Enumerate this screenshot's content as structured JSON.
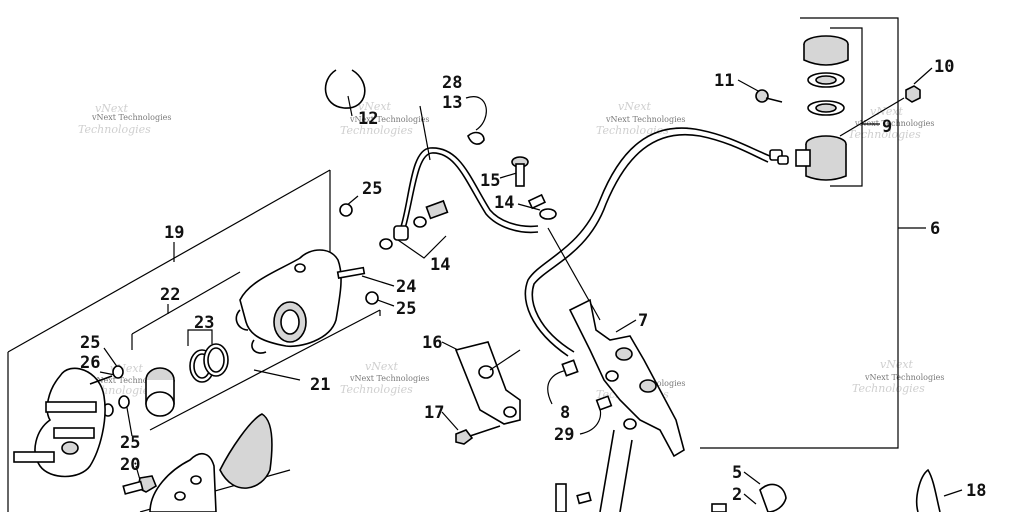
{
  "watermark": "vNext Technologies",
  "labels": {
    "l1": "28",
    "l2": "13",
    "l3": "12",
    "l4": "11",
    "l5": "10",
    "l6": "9",
    "l7": "6",
    "l8": "25",
    "l9": "15",
    "l10": "14",
    "l11": "19",
    "l12": "14",
    "l13": "24",
    "l14": "25",
    "l15": "22",
    "l16": "23",
    "l17": "21",
    "l18": "25",
    "l19": "26",
    "l20": "25",
    "l21": "20",
    "l22": "16",
    "l23": "17",
    "l24": "7",
    "l25": "8",
    "l26": "29",
    "l27": "5",
    "l28": "2",
    "l29": "18"
  }
}
